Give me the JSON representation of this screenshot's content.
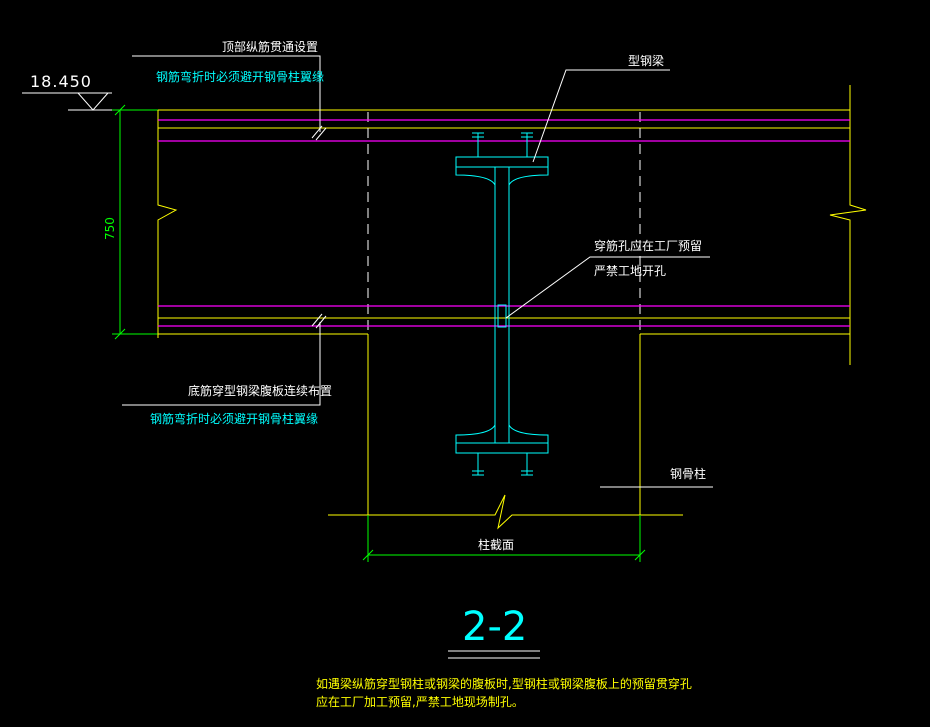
{
  "elevation": "18.450",
  "dimensions": {
    "beam_height": "750",
    "column_width": "柱截面"
  },
  "labels": {
    "top_rebar_line1": "顶部纵筋贯通设置",
    "top_rebar_line2": "钢筋弯折时必须避开钢骨柱翼缘",
    "steel_beam": "型钢梁",
    "hole_line1": "穿筋孔应在工厂预留",
    "hole_line2": "严禁工地开孔",
    "bottom_rebar_line1": "底筋穿型钢梁腹板连续布置",
    "bottom_rebar_line2": "钢筋弯折时必须避开钢骨柱翼缘",
    "steel_column": "钢骨柱"
  },
  "section_title": "2-2",
  "note": {
    "line1": "如遇梁纵筋穿型钢柱或钢梁的腹板时,型钢柱或钢梁腹板上的预留贯穿孔",
    "line2": "应在工厂加工预留,严禁工地现场制孔。"
  },
  "colors": {
    "background": "#000000",
    "concrete_outline": "#ffff00",
    "rebar": "#ff00ff",
    "steel": "#00ffff",
    "dimension": "#00ff00",
    "leader": "#ffffff"
  }
}
